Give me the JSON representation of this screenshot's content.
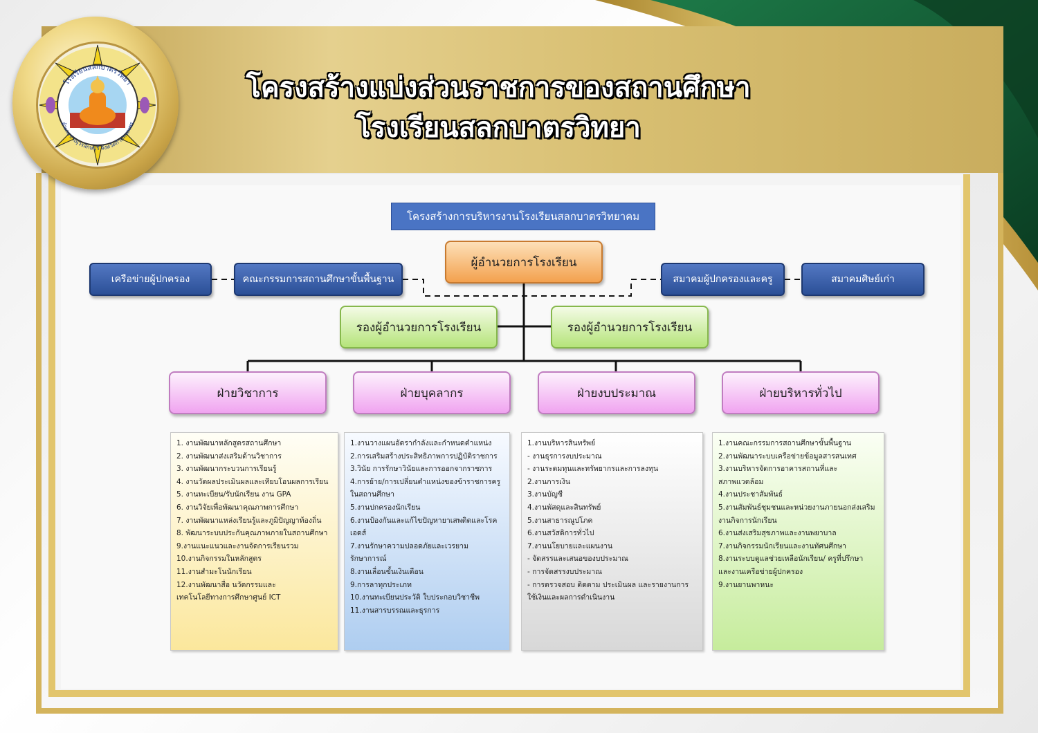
{
  "title": {
    "line1": "โครงสร้างแบ่งส่วนราชการของสถานศึกษา",
    "line2": "โรงเรียนสลกบาตรวิทยา"
  },
  "logo": {
    "text_top": "โรงเรียนสลกบาตรวิทยา",
    "text_bottom": "อำเภอขาณุวรลักษบุรี จังหวัดกำแพงเพชร"
  },
  "colors": {
    "gold": "#d4b45c",
    "green": "#0f4d2c",
    "blue_box": "#2b4f96",
    "orange_box": "#f3a14e",
    "green_box": "#b5e47a",
    "pink_box": "#f0a4f0"
  },
  "diagram": {
    "header": "โครงสร้างการบริหารงานโรงเรียนสลกบาตรวิทยาคม",
    "director": "ผู้อำนวยการโรงเรียน",
    "left_boxes": [
      "เครือข่ายผู้ปกครอง",
      "คณะกรรมการสถานศึกษาขั้นพื้นฐาน"
    ],
    "right_boxes": [
      "สมาคมผู้ปกครองและครู",
      "สมาคมศิษย์เก่า"
    ],
    "deputies": [
      "รองผู้อำนวยการโรงเรียน",
      "รองผู้อำนวยการโรงเรียน"
    ],
    "departments": [
      {
        "name": "ฝ่ายวิชาการ",
        "items": [
          "1. งานพัฒนาหลักสูตรสถานศึกษา",
          "2. งานพัฒนาส่งเสริมด้านวิชาการ",
          "3. งานพัฒนากระบวนการเรียนรู้",
          "4. งานวัดผลประเมินผลและเทียบโอนผลการเรียน",
          "5. งานทะเบียน/รับนักเรียน งาน GPA",
          "6. งานวิจัยเพื่อพัฒนาคุณภาพการศึกษา",
          "7. งานพัฒนาแหล่งเรียนรู้และภูมิปัญญาท้องถิ่น",
          "8. พัฒนาระบบประกันคุณภาพภายในสถานศึกษา",
          "9.งานแนะแนวและงานจัดการเรียนรวม",
          "10.งานกิจกรรมในหลักสูตร",
          "11.งานสำมะโนนักเรียน",
          "12.งานพัฒนาสื่อ นวัตกรรมและ",
          "เทคโนโลยีทางการศึกษาศูนย์ ICT"
        ]
      },
      {
        "name": "ฝ่ายบุคลากร",
        "items": [
          "1.งานวางแผนอัตรากำลังและกำหนดตำแหน่ง",
          "2.การเสริมสร้างประสิทธิภาพการปฏิบัติราชการ",
          "3.วินัย การรักษาวินัยและการออกจากราชการ",
          "4.การย้าย/การเปลี่ยนตำแหน่งของข้าราชการครู",
          "ในสถานศึกษา",
          "5.งานปกครองนักเรียน",
          "6.งานป้องกันและแก้ไขปัญหายาเสพติดและโรค",
          "เอดส์",
          "7.งานรักษาความปลอดภัยและเวรยาม",
          "รักษาการณ์",
          "8.งานเลื่อนขั้นเงินเดือน",
          "9.การลาทุกประเภท",
          "10.งานทะเบียนประวัติ ใบประกอบวิชาชีพ",
          "11.งานสารบรรณและธุรการ"
        ]
      },
      {
        "name": "ฝ่ายงบประมาณ",
        "items": [
          "1.งานบริหารสินทรัพย์",
          "- งานธุรการงบประมาณ",
          "- งานระดมทุนและทรัพยากรและการลงทุน",
          "2.งานการเงิน",
          "3.งานบัญชี",
          "4.งานพัสดุและสินทรัพย์",
          "5.งานสาธารณูปโภค",
          "6.งานสวัสดิการทั่วไป",
          "7.งานนโยบายและแผนงาน",
          "- จัดสรรและเสนอของบประมาณ",
          "- การจัดสรรงบประมาณ",
          "- การตรวจสอบ ติดตาม ประเมินผล และรายงานการ",
          "ใช้เงินและผลการดำเนินงาน"
        ]
      },
      {
        "name": "ฝ่ายบริหารทั่วไป",
        "items": [
          "1.งานคณะกรรมการสถานศึกษาขั้นพื้นฐาน",
          "2.งานพัฒนาระบบเครือข่ายข้อมูลสารสนเทศ",
          "3.งานบริหารจัดการอาคารสถานที่และ",
          "สภาพแวดล้อม",
          "4.งานประชาสัมพันธ์",
          "5.งานสัมพันธ์ชุมชนและหน่วยงานภายนอกส่งเสริม",
          "งานกิจการนักเรียน",
          "6.งานส่งเสริมสุขภาพและงานพยาบาล",
          "7.งานกิจกรรมนักเรียนและงานทัศนศึกษา",
          "8.งานระบบดูแลช่วยเหลือนักเรียน/ ครูที่ปรึกษา",
          "และงานเครือข่ายผู้ปกครอง",
          "9.งานยานพาหนะ"
        ]
      }
    ]
  }
}
